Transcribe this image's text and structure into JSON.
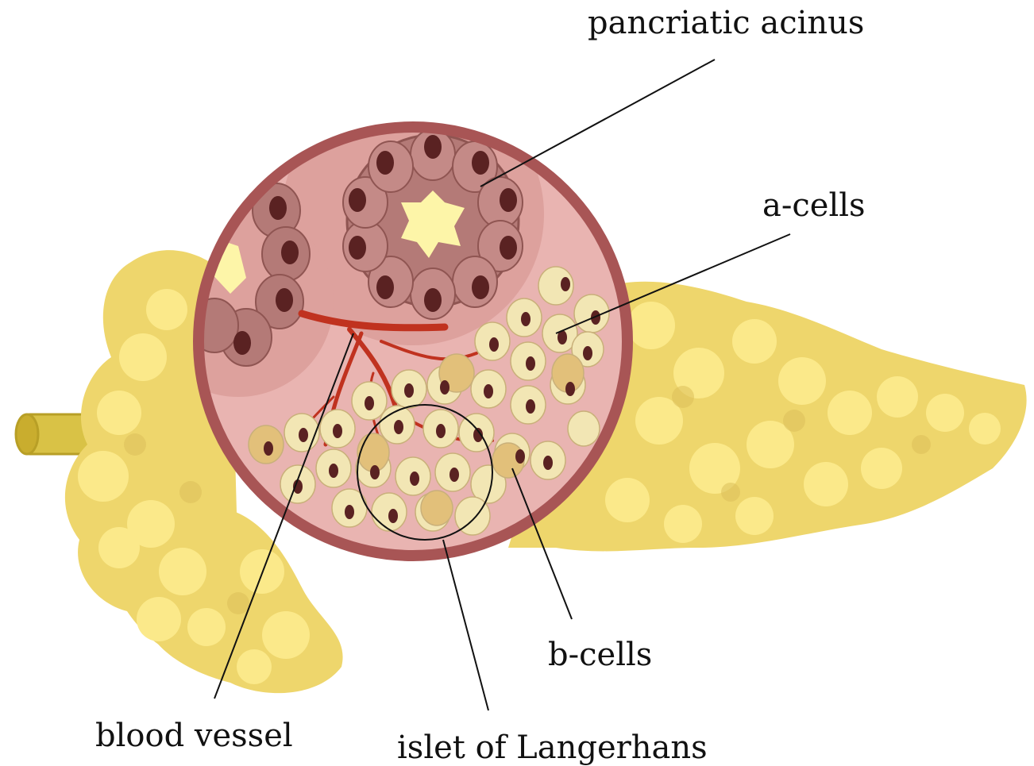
{
  "labels": {
    "pancreatic_acinus": "pancriatic acinus",
    "a_cells": "a-cells",
    "b_cells": "b-cells",
    "blood_vessel": "blood vessel",
    "islet": "islet of Langerhans"
  },
  "colors": {
    "pancreas_light": "#fbe98a",
    "pancreas_mid": "#eed66c",
    "pancreas_dark": "#dcc05a",
    "duct": "#d9c246",
    "duct_edge": "#b89f26",
    "lens_rim": "#a85555",
    "tissue_bg": "#e9b4b1",
    "acinar_cell": "#b47a77",
    "acinar_edge": "#8f5552",
    "nucleus": "#5a2222",
    "lumen": "#fdf5a8",
    "islet_cell": "#f2e6b4",
    "islet_cell_alt": "#e2c07a",
    "vessel": "#c0321f"
  }
}
